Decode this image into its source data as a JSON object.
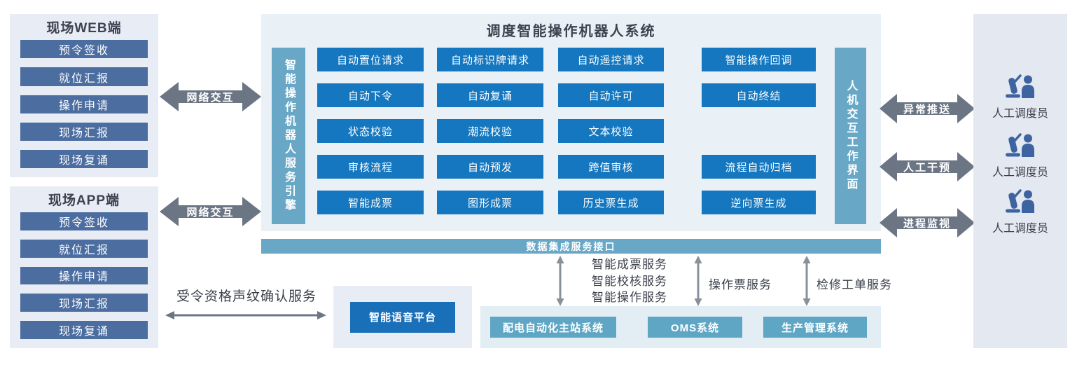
{
  "colors": {
    "steel_button": "#4b6da0",
    "grid_button": "#1477bf",
    "bar_blue": "#68a7c6",
    "system_box": "#5fa6c5",
    "voice_button": "#1a6fb9",
    "arrow_gray": "#6b7584",
    "thin_arrow_gray": "#8a9099",
    "panel_bg": "#e8ecf4",
    "main_bg": "#eaf1f6",
    "right_panel_bg": "#e4e8f1",
    "bottom_bg": "#e2edf4",
    "text_dark": "#3c4250",
    "person_icon_blue": "#3d64a0"
  },
  "web_panel": {
    "title": "现场WEB端",
    "items": [
      "预令签收",
      "就位汇报",
      "操作申请",
      "现场汇报",
      "现场复诵"
    ]
  },
  "app_panel": {
    "title": "现场APP端",
    "items": [
      "预令签收",
      "就位汇报",
      "操作申请",
      "现场汇报",
      "现场复诵"
    ]
  },
  "network_arrow_web": "网络交互",
  "network_arrow_app": "网络交互",
  "main_system": {
    "title": "调度智能操作机器人系统",
    "engine_bar": "智能操作机器人服务引擎",
    "hmi_bar": "人机交互工作界面",
    "grid": [
      [
        "自动置位请求",
        "自动标识牌请求",
        "自动遥控请求",
        "智能操作回调"
      ],
      [
        "自动下令",
        "自动复诵",
        "自动许可",
        "自动终结"
      ],
      [
        "状态校验",
        "潮流校验",
        "文本校验",
        ""
      ],
      [
        "审核流程",
        "自动预发",
        "跨值审核",
        "流程自动归档"
      ],
      [
        "智能成票",
        "图形成票",
        "历史票生成",
        "逆向票生成"
      ]
    ]
  },
  "data_bar": "数据集成服务接口",
  "integration_services": {
    "stack": [
      "智能成票服务",
      "智能校核服务",
      "智能操作服务"
    ],
    "oms_label": "操作票服务",
    "pms_label": "检修工单服务"
  },
  "voice": {
    "arrow_label": "受令资格声纹确认服务",
    "platform": "智能语音平台"
  },
  "bottom_systems": [
    "配电自动化主站系统",
    "OMS系统",
    "生产管理系统"
  ],
  "right_arrows": [
    "异常推送",
    "人工干预",
    "进程监视"
  ],
  "dispatcher_label": "人工调度员"
}
